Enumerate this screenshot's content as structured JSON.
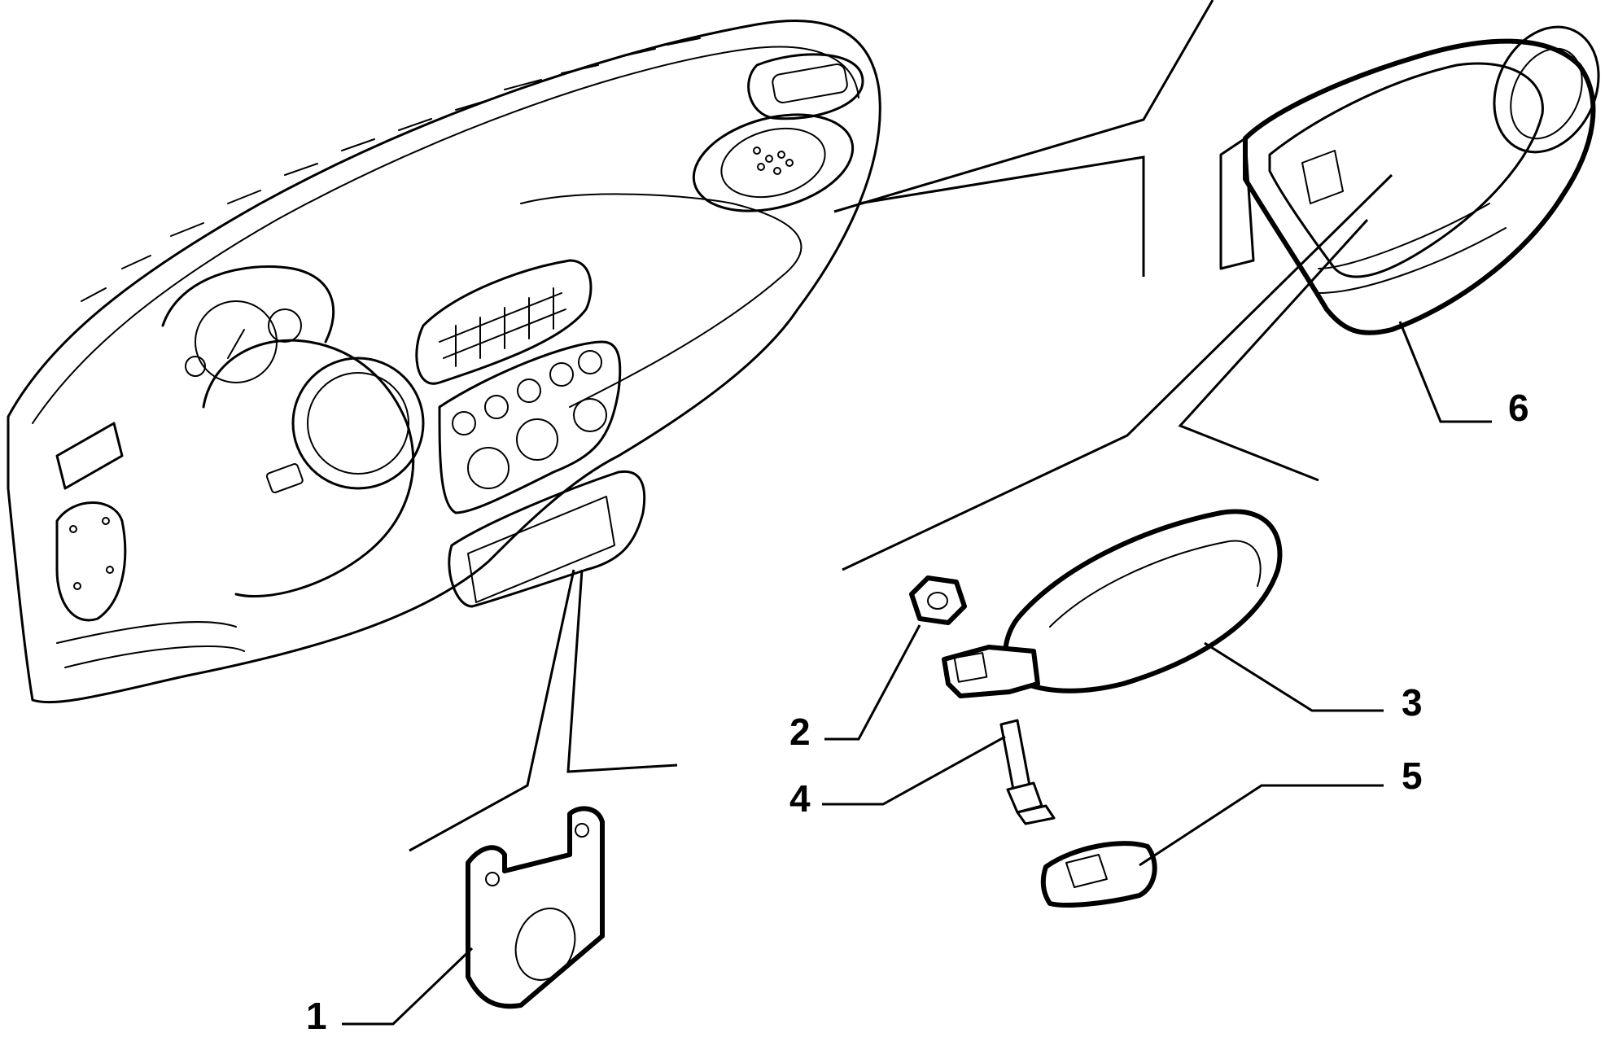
{
  "diagram": {
    "callouts": [
      {
        "id": "part-1",
        "label": "1"
      },
      {
        "id": "part-2",
        "label": "2"
      },
      {
        "id": "part-3",
        "label": "3"
      },
      {
        "id": "part-4",
        "label": "4"
      },
      {
        "id": "part-5",
        "label": "5"
      },
      {
        "id": "part-6",
        "label": "6"
      }
    ]
  },
  "colors": {
    "ink": "#000000",
    "paper": "#ffffff"
  }
}
